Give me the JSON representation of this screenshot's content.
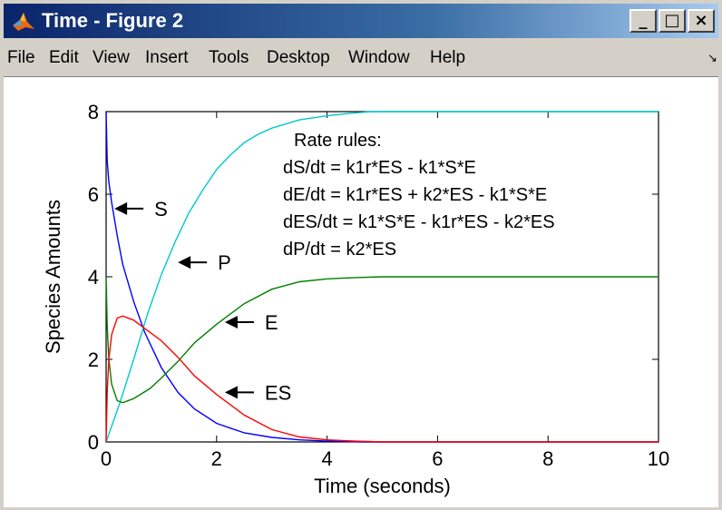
{
  "window": {
    "title": "Time - Figure 2",
    "minimize": "_",
    "maximize": "□",
    "close": "×"
  },
  "menu": [
    "File",
    "Edit",
    "View",
    "Insert",
    "Tools",
    "Desktop",
    "Window",
    "Help"
  ],
  "colors": {
    "S": "#0000ff",
    "P": "#00c8c8",
    "E": "#008000",
    "ES": "#ff0000"
  },
  "chart_data": {
    "type": "line",
    "title": "",
    "xlabel": "Time (seconds)",
    "ylabel": "Species Amounts",
    "xlim": [
      0,
      10
    ],
    "ylim": [
      0,
      8
    ],
    "xticks": [
      0,
      2,
      4,
      6,
      8,
      10
    ],
    "yticks": [
      0,
      2,
      4,
      6,
      8
    ],
    "grid": false,
    "series": [
      {
        "name": "S",
        "color": "#0000ff",
        "x": [
          0,
          0.02,
          0.05,
          0.1,
          0.2,
          0.3,
          0.5,
          0.7,
          1.0,
          1.3,
          1.6,
          2.0,
          2.5,
          3.0,
          3.5,
          4.0,
          4.7,
          10
        ],
        "y": [
          8,
          6.8,
          6.3,
          5.8,
          5.0,
          4.3,
          3.4,
          2.65,
          1.8,
          1.2,
          0.8,
          0.45,
          0.22,
          0.11,
          0.05,
          0.02,
          0,
          0
        ]
      },
      {
        "name": "P",
        "color": "#00c8c8",
        "x": [
          0,
          0.25,
          0.5,
          0.75,
          1.0,
          1.25,
          1.5,
          1.75,
          2.0,
          2.25,
          2.5,
          2.75,
          3.0,
          3.5,
          4.0,
          4.5,
          4.8,
          10
        ],
        "y": [
          0,
          0.95,
          2.0,
          3.1,
          4.05,
          4.85,
          5.55,
          6.1,
          6.6,
          6.95,
          7.25,
          7.45,
          7.6,
          7.8,
          7.9,
          7.97,
          8.0,
          8.0
        ]
      },
      {
        "name": "E",
        "color": "#008000",
        "x": [
          0,
          0.02,
          0.05,
          0.1,
          0.2,
          0.3,
          0.5,
          0.8,
          1.0,
          1.3,
          1.6,
          2.0,
          2.5,
          3.0,
          3.5,
          4.0,
          4.5,
          5.0,
          6.0,
          10
        ],
        "y": [
          4,
          2.8,
          2.0,
          1.4,
          1.0,
          0.95,
          1.05,
          1.3,
          1.55,
          1.95,
          2.4,
          2.85,
          3.35,
          3.7,
          3.88,
          3.95,
          3.98,
          4.0,
          4.0,
          4.0
        ]
      },
      {
        "name": "ES",
        "color": "#ff0000",
        "x": [
          0,
          0.02,
          0.05,
          0.1,
          0.2,
          0.3,
          0.5,
          0.7,
          1.0,
          1.3,
          1.6,
          2.0,
          2.5,
          3.0,
          3.5,
          4.0,
          4.5,
          5.0,
          10
        ],
        "y": [
          0,
          1.2,
          2.0,
          2.6,
          3.0,
          3.05,
          2.95,
          2.75,
          2.45,
          2.05,
          1.6,
          1.15,
          0.65,
          0.3,
          0.12,
          0.05,
          0.02,
          0,
          0
        ]
      }
    ],
    "annotations": [
      {
        "text": "S",
        "arrow_x": 0.15,
        "y": 5.65
      },
      {
        "text": "P",
        "arrow_x": 1.3,
        "y": 4.35
      },
      {
        "text": "E",
        "arrow_x": 2.15,
        "y": 2.9
      },
      {
        "text": "ES",
        "arrow_x": 2.15,
        "y": 1.2
      }
    ],
    "rate_rules": [
      "Rate rules:",
      "dS/dt  = k1r*ES - k1*S*E",
      "dE/dt  = k1r*ES + k2*ES - k1*S*E",
      "dES/dt = k1*S*E - k1r*ES - k2*ES",
      "dP/dt  = k2*ES"
    ]
  }
}
